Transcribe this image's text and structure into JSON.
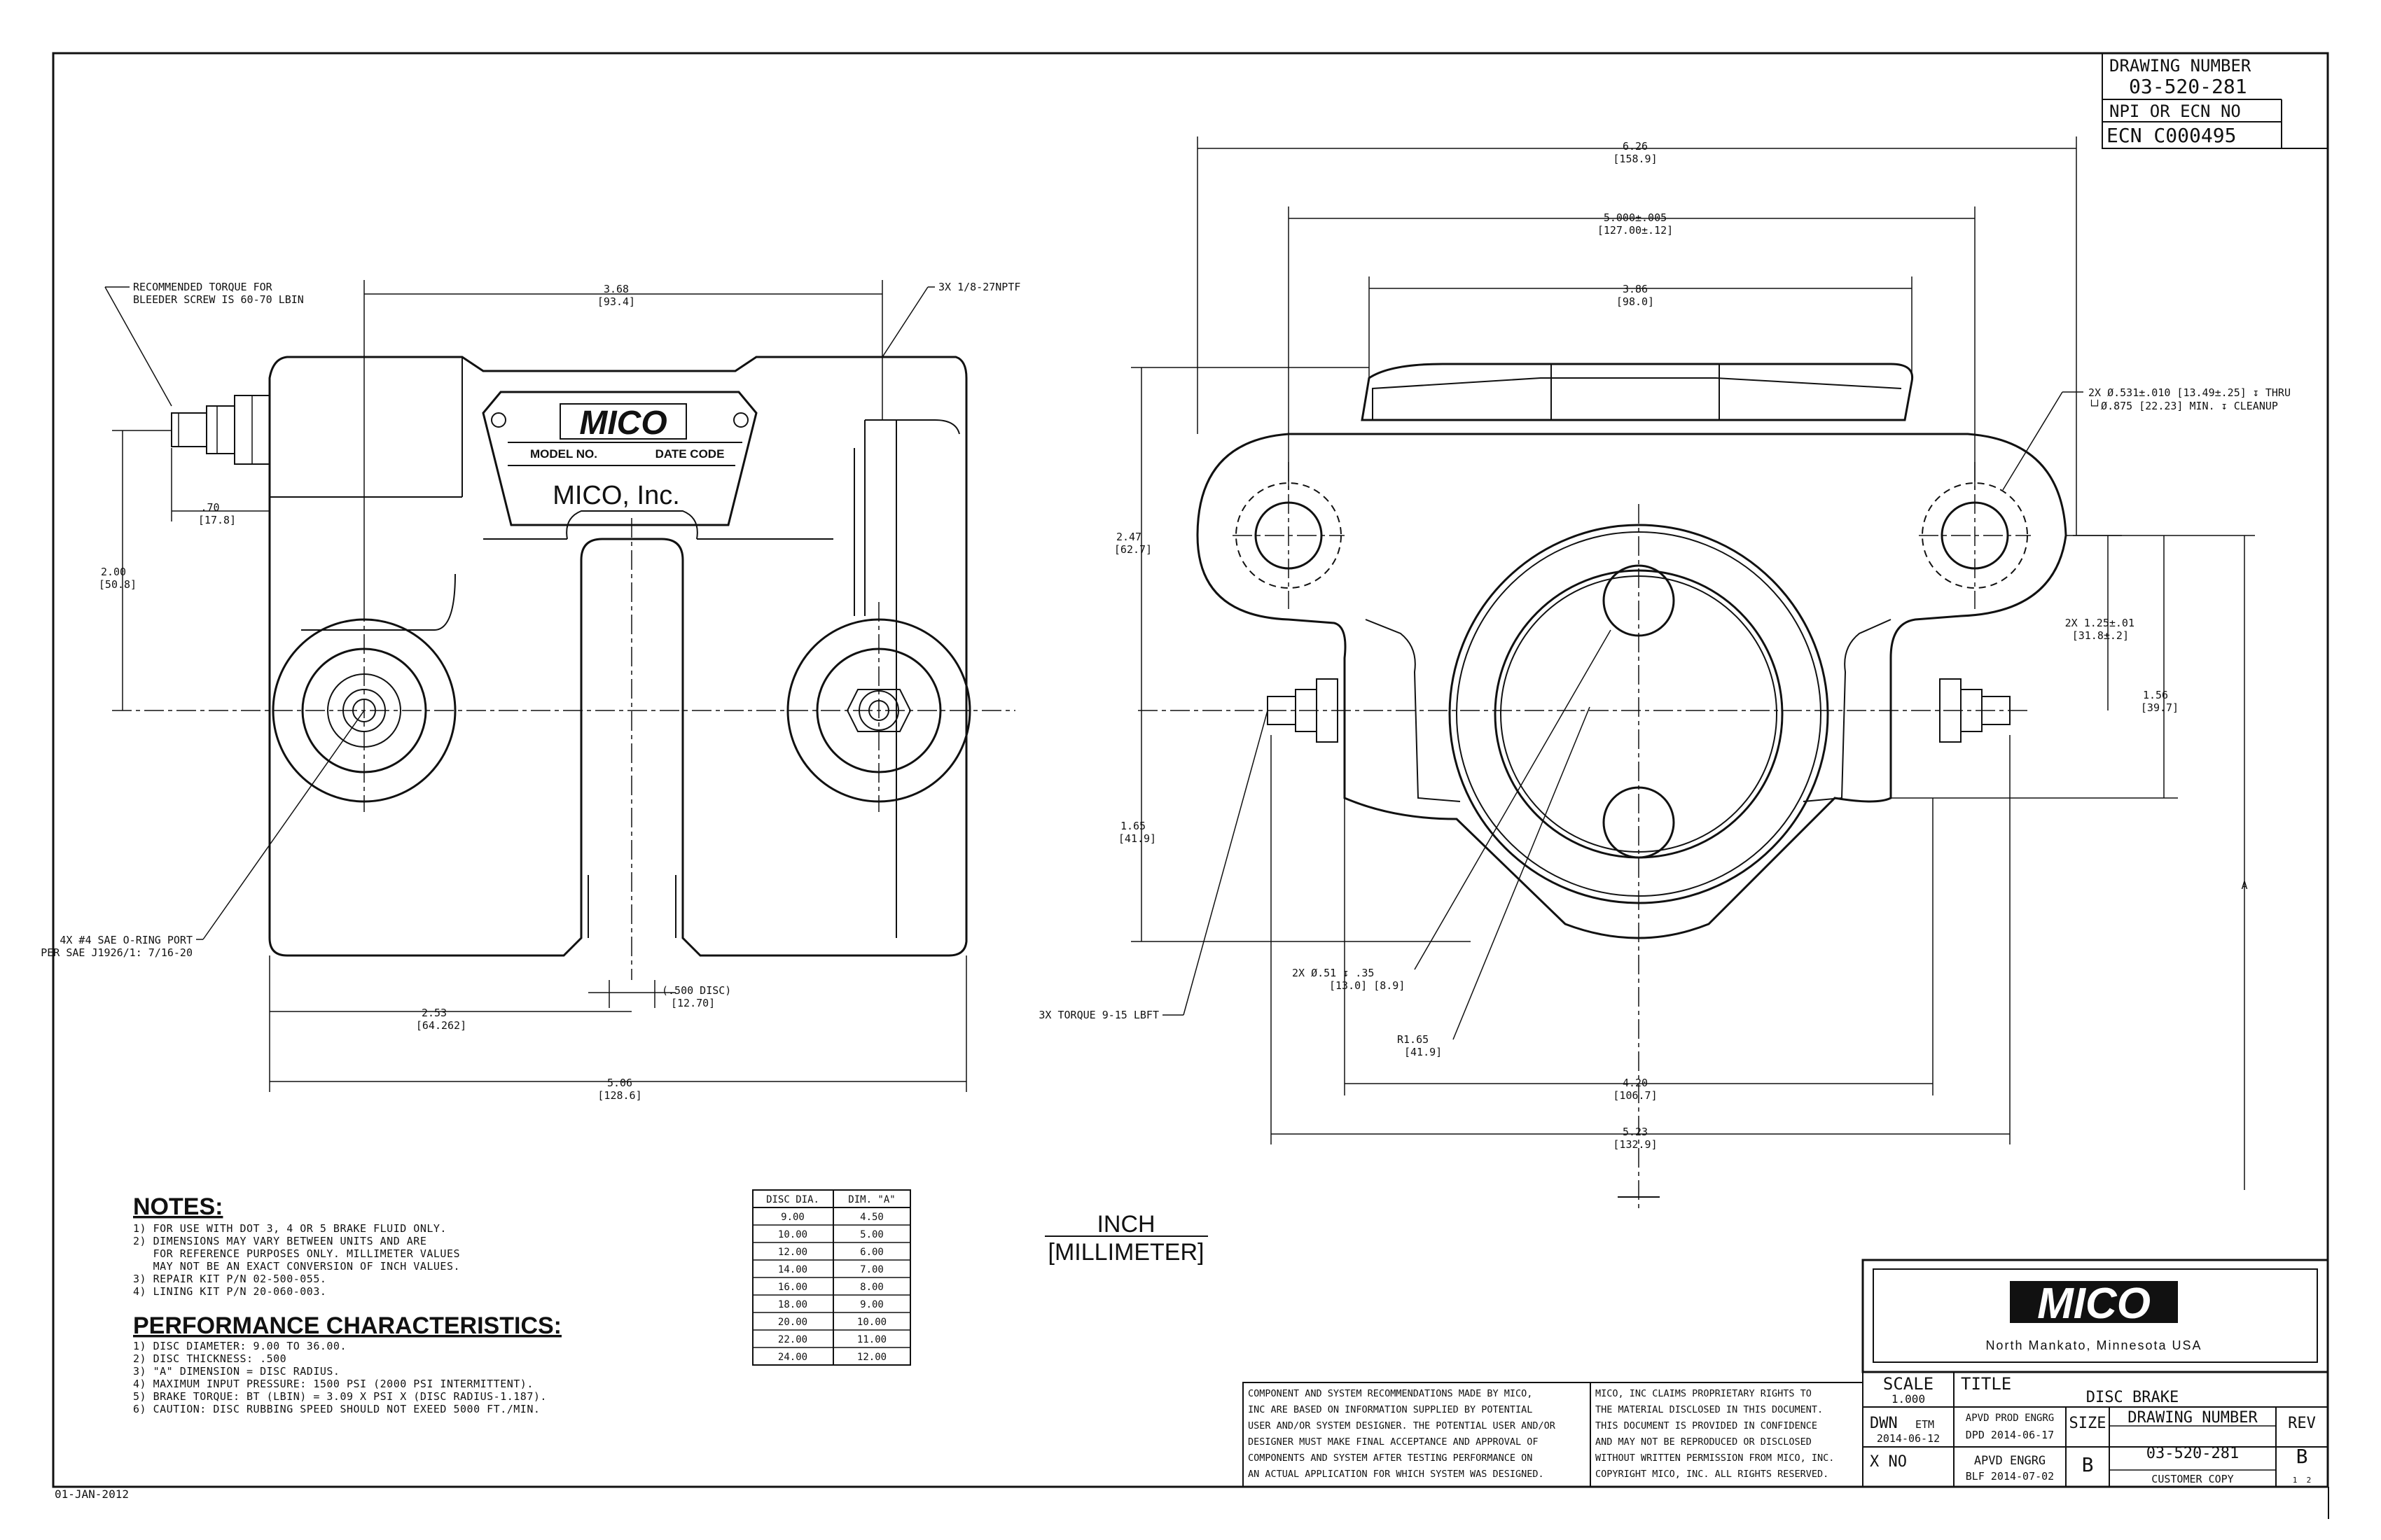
{
  "drawing_number_box": {
    "header": "DRAWING NUMBER",
    "number": "03-520-281",
    "npi_header": "NPI OR ECN NO",
    "ecn": "ECN C000495"
  },
  "left_view": {
    "torque_note_line1": "RECOMMENDED TORQUE FOR",
    "torque_note_line2": "BLEEDER SCREW IS 60-70 LBIN",
    "dim_width_in": "3.68",
    "dim_width_mm": "[93.4]",
    "port_callout": "3X 1/8-27NPTF",
    "dim_bleeder_in": ".70",
    "dim_bleeder_mm": "[17.8]",
    "dim_height_in": "2.00",
    "dim_height_mm": "[50.8]",
    "oring_line1": "4X #4 SAE O-RING PORT",
    "oring_line2": "PER SAE J1926/1: 7/16-20",
    "dim_half_in": "2.53",
    "dim_half_mm": "[64.262]",
    "disc_in": "(.500 DISC)",
    "disc_mm": "[12.70]",
    "dim_overall_in": "5.06",
    "dim_overall_mm": "[128.6]",
    "plate_brand": "MICO",
    "plate_model": "MODEL NO.",
    "plate_date": "DATE CODE",
    "plate_company": "MICO, Inc."
  },
  "right_view": {
    "dim_overall_in": "6.26",
    "dim_overall_mm": "[158.9]",
    "dim_mount_in": "5.000±.005",
    "dim_mount_mm": "[127.00±.12]",
    "dim_inner_in": "3.86",
    "dim_inner_mm": "[98.0]",
    "hole_callout_line1": "2X Ø.531±.010 [13.49±.25] ↧ THRU",
    "hole_callout_line2": "└┘Ø.875 [22.23] MIN. ↧ CLEANUP",
    "dim_top_in": "2.47",
    "dim_top_mm": "[62.7]",
    "dim_125_in": "2X 1.25±.01",
    "dim_125_mm": "[31.8±.2]",
    "dim_156_in": "1.56",
    "dim_156_mm": "[39.7]",
    "dim_165_in": "1.65",
    "dim_165_mm": "[41.9]",
    "torque_callout": "3X TORQUE 9-15 LBFT",
    "bore_callout_in": "2X Ø.51 ↧ .35",
    "bore_callout_mm": "[13.0]    [8.9]",
    "radius_in": "R1.65",
    "radius_mm": "[41.9]",
    "dim_420_in": "4.20",
    "dim_420_mm": "[106.7]",
    "dim_523_in": "5.23",
    "dim_523_mm": "[132.9]",
    "dim_a": "A"
  },
  "notes": {
    "title": "NOTES:",
    "lines": [
      "1) FOR USE WITH DOT 3, 4 OR 5 BRAKE FLUID ONLY.",
      "2) DIMENSIONS MAY VARY BETWEEN UNITS AND ARE",
      "   FOR REFERENCE PURPOSES ONLY. MILLIMETER VALUES",
      "   MAY NOT BE AN EXACT CONVERSION OF INCH VALUES.",
      "3) REPAIR KIT P/N 02-500-055.",
      "4) LINING KIT P/N 20-060-003."
    ]
  },
  "performance": {
    "title": "PERFORMANCE CHARACTERISTICS:",
    "lines": [
      "1) DISC DIAMETER: 9.00 TO 36.00.",
      "2) DISC THICKNESS: .500",
      "3) \"A\" DIMENSION = DISC RADIUS.",
      "4) MAXIMUM INPUT PRESSURE: 1500 PSI (2000 PSI INTERMITTENT).",
      "5) BRAKE TORQUE: BT (LBIN) = 3.09 X PSI X (DISC RADIUS-1.187).",
      "6) CAUTION: DISC RUBBING SPEED SHOULD NOT EXEED 5000 FT./MIN."
    ]
  },
  "disc_table": {
    "headers": [
      "DISC DIA.",
      "DIM. \"A\""
    ],
    "rows": [
      [
        "9.00",
        "4.50"
      ],
      [
        "10.00",
        "5.00"
      ],
      [
        "12.00",
        "6.00"
      ],
      [
        "14.00",
        "7.00"
      ],
      [
        "16.00",
        "8.00"
      ],
      [
        "18.00",
        "9.00"
      ],
      [
        "20.00",
        "10.00"
      ],
      [
        "22.00",
        "11.00"
      ],
      [
        "24.00",
        "12.00"
      ]
    ]
  },
  "units": {
    "inch": "INCH",
    "mm": "[MILLIMETER]"
  },
  "title_block": {
    "logo": "MICO",
    "location": "North Mankato, Minnesota USA",
    "legal_left": [
      "COMPONENT AND SYSTEM RECOMMENDATIONS MADE BY MICO,",
      "INC ARE BASED ON INFORMATION SUPPLIED BY POTENTIAL",
      "USER AND/OR SYSTEM DESIGNER.  THE POTENTIAL USER AND/OR",
      "DESIGNER MUST MAKE FINAL ACCEPTANCE AND APPROVAL OF",
      "COMPONENTS AND SYSTEM AFTER TESTING PERFORMANCE ON",
      "AN ACTUAL APPLICATION FOR WHICH SYSTEM WAS DESIGNED."
    ],
    "legal_right": [
      "MICO, INC CLAIMS PROPRIETARY RIGHTS TO",
      "THE MATERIAL DISCLOSED IN THIS DOCUMENT.",
      "THIS DOCUMENT IS PROVIDED IN CONFIDENCE",
      "AND MAY NOT BE REPRODUCED OR DISCLOSED",
      "WITHOUT WRITTEN PERMISSION FROM MICO, INC.",
      "COPYRIGHT MICO, INC.  ALL RIGHTS RESERVED."
    ],
    "scale_label": "SCALE",
    "scale_value": "1.000",
    "title_label": "TITLE",
    "title_value": "DISC BRAKE",
    "dwn_label": "DWN",
    "dwn_by": "ETM",
    "dwn_date": "2014-06-12",
    "apvd_prod_label": "APVD PROD ENGRG",
    "apvd_prod_value": "DPD 2014-06-17",
    "size_label": "SIZE",
    "size_value": "B",
    "dn_label": "DRAWING NUMBER",
    "dn_value": "03-520-281",
    "rev_label": "REV",
    "rev_value": "B",
    "xno": "X NO",
    "apvd_engrg_label": "APVD ENGRG",
    "apvd_engrg_value": "BLF 2014-07-02",
    "customer_copy": "CUSTOMER COPY",
    "sheet": "1  2"
  },
  "footer_date": "01-JAN-2012"
}
